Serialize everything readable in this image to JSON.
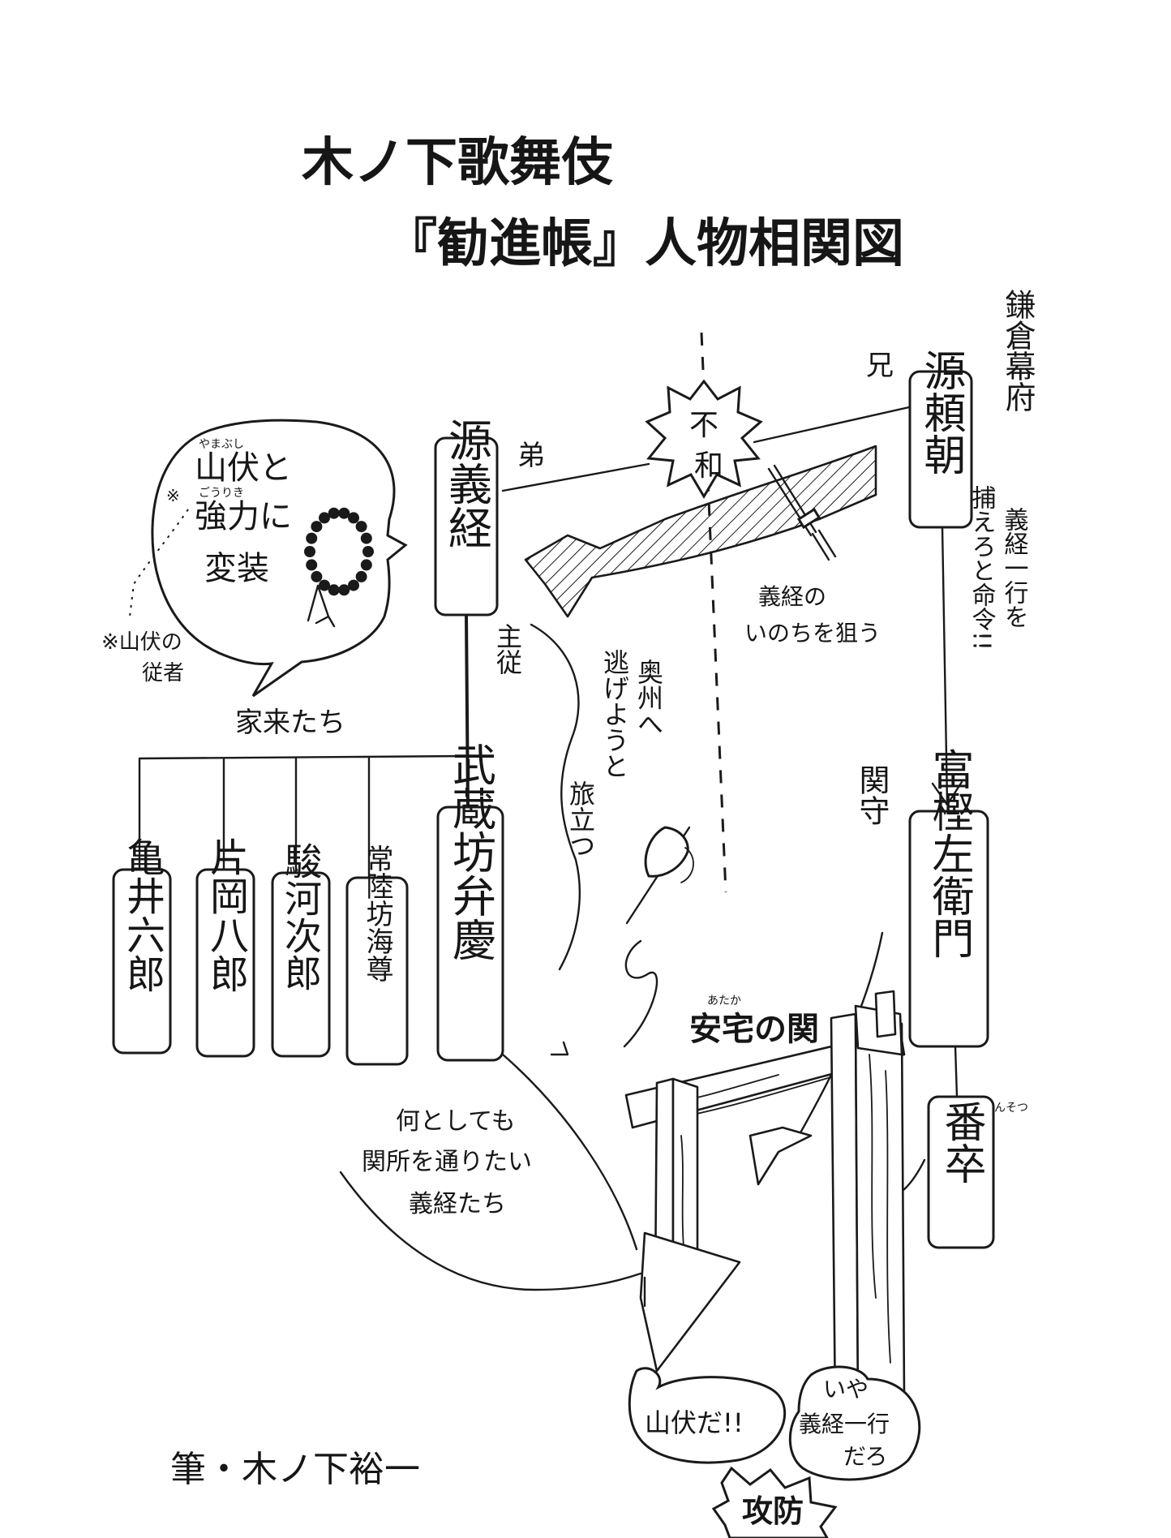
{
  "title": {
    "line1": "木ノ下歌舞伎",
    "line2": "『勧進帳』人物相関図"
  },
  "factions": {
    "kamakura": "鎌倉幕府"
  },
  "characters": {
    "yoritomo": "源頼朝",
    "yoshitsune": "源義経",
    "benkei": "武蔵坊弁慶",
    "togashi": "富樫左衛門",
    "banso": "番卒",
    "kamei": "亀井六郎",
    "kataoka": "片岡八郎",
    "suruga": "駿河次郎",
    "hitachi": "常陸坊海尊"
  },
  "ruby": {
    "yamabushi": "やまぶし",
    "goriki": "ごうりき",
    "ataka": "あたか",
    "banso": "ばんそつ"
  },
  "relations": {
    "ani": "兄",
    "otouto": "弟",
    "fuwa": "不和",
    "target_life_1": "義経の",
    "target_life_2": "いのちを狙う",
    "order_1": "義経一行を",
    "order_2": "捕えろと命令!!",
    "shuju": "主従",
    "kerai": "家来たち",
    "flee_1": "奥州へ",
    "flee_2": "逃げようと",
    "flee_3": "旅立つ",
    "sekimori": "関守",
    "want_pass_1": "何としても",
    "want_pass_2": "関所を通りたい",
    "want_pass_3": "義経たち"
  },
  "disguise": {
    "line1": "山伏と",
    "line2": "強力に",
    "line3": "変装",
    "mark": "※",
    "note_1": "※山伏の",
    "note_2": "従者"
  },
  "barrier": {
    "name": "安宅の関"
  },
  "dialogue": {
    "guards": "山伏だ!!",
    "togashi_1": "いや",
    "togashi_2": "義経一行",
    "togashi_3": "だろ",
    "kobo": "攻防"
  },
  "credit": "筆・木ノ下裕一",
  "colors": {
    "ink": "#1a1a1a",
    "paper": "#ffffff"
  }
}
